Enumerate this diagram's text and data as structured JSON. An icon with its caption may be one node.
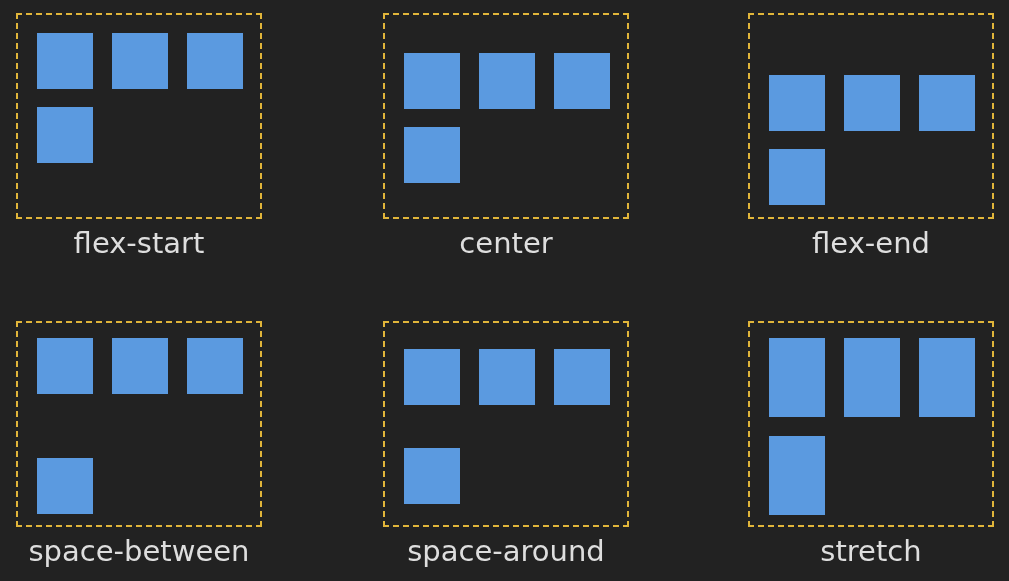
{
  "diagram": {
    "nodes": [
      {
        "text": [
          "flex-start"
        ]
      },
      {
        "text": [],
        "shape": "box",
        "in": 0
      },
      {
        "text": [],
        "shape": "box",
        "in": 0
      },
      {
        "text": [],
        "shape": "box",
        "in": 0
      },
      {
        "text": [],
        "shape": "box",
        "in": 0
      },
      {
        "text": [
          "center"
        ]
      },
      {
        "text": [],
        "shape": "box",
        "in": 5
      },
      {
        "text": [],
        "shape": "box",
        "in": 5
      },
      {
        "text": [],
        "shape": "box",
        "in": 5
      },
      {
        "text": [],
        "shape": "box",
        "in": 5
      },
      {
        "text": [
          "flex-end"
        ]
      },
      {
        "text": [],
        "shape": "box",
        "in": 10
      },
      {
        "text": [],
        "shape": "box",
        "in": 10
      },
      {
        "text": [],
        "shape": "box",
        "in": 10
      },
      {
        "text": [],
        "shape": "box",
        "in": 10
      },
      {
        "text": [
          "space-between"
        ]
      },
      {
        "text": [],
        "shape": "box",
        "in": 15
      },
      {
        "text": [],
        "shape": "box",
        "in": 15
      },
      {
        "text": [],
        "shape": "box",
        "in": 15
      },
      {
        "text": [],
        "shape": "box",
        "in": 15
      },
      {
        "text": [
          "space-around"
        ]
      },
      {
        "text": [],
        "shape": "box",
        "in": 20
      },
      {
        "text": [],
        "shape": "box",
        "in": 20
      },
      {
        "text": [],
        "shape": "box",
        "in": 20
      },
      {
        "text": [],
        "shape": "box",
        "in": 20
      },
      {
        "text": [
          "stretch"
        ]
      },
      {
        "text": [],
        "shape": "box",
        "in": 25
      },
      {
        "text": [],
        "shape": "box",
        "in": 25
      },
      {
        "text": [],
        "shape": "box",
        "in": 25
      },
      {
        "text": [],
        "shape": "box",
        "in": 25
      }
    ]
  }
}
